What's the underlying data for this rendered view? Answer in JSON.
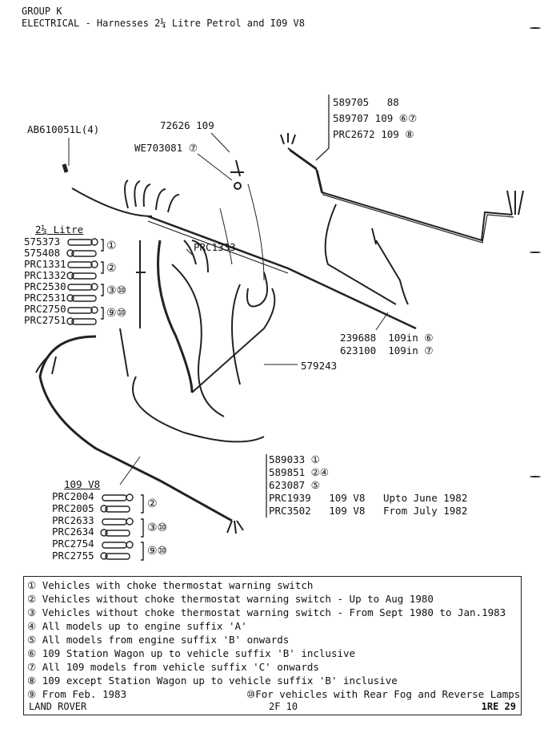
{
  "header": {
    "group": "GROUP K",
    "title": "ELECTRICAL - Harnesses 2¼ Litre Petrol and I09 V8"
  },
  "callouts": {
    "ab": "AB610051L(4)",
    "screw": "72626 109",
    "we": "WE703081 ⑦",
    "prc1333": "PRC1333",
    "rear_group": [
      "589705   88",
      "589707 109 ⑥⑦",
      "PRC2672 109 ⑧"
    ],
    "mid_group": [
      "239688  109in ⑥",
      "623100  109in ⑦"
    ],
    "main": "579243",
    "lower_group": [
      "589033 ①",
      "589851 ②④",
      "623087 ⑤",
      "PRC1939   109 V8   Upto June 1982",
      "PRC3502   109 V8   From July 1982"
    ]
  },
  "litre_table": {
    "title": "2¼ Litre",
    "rows": [
      {
        "part": "575373",
        "note": ""
      },
      {
        "part": "575408",
        "note": "①"
      },
      {
        "part": "PRC1331",
        "note": ""
      },
      {
        "part": "PRC1332",
        "note": "②"
      },
      {
        "part": "PRC2530",
        "note": ""
      },
      {
        "part": "PRC2531",
        "note": "③⑩"
      },
      {
        "part": "PRC2750",
        "note": ""
      },
      {
        "part": "PRC2751",
        "note": "⑨⑩"
      }
    ]
  },
  "v8_table": {
    "title": "109 V8",
    "rows": [
      {
        "part": "PRC2004",
        "note": ""
      },
      {
        "part": "PRC2005",
        "note": "②"
      },
      {
        "part": "PRC2633",
        "note": ""
      },
      {
        "part": "PRC2634",
        "note": "③⑩"
      },
      {
        "part": "PRC2754",
        "note": ""
      },
      {
        "part": "PRC2755",
        "note": "⑨⑩"
      }
    ]
  },
  "legend": [
    "① Vehicles with choke thermostat warning switch",
    "② Vehicles without choke thermostat warning switch - Up to Aug 1980",
    "③ Vehicles without choke thermostat warning switch - From Sept 1980 to Jan.1983",
    "④ All models up to engine suffix 'A'",
    "⑤ All models from engine suffix 'B' onwards",
    "⑥ 109 Station Wagon up to vehicle suffix 'B' inclusive",
    "⑦ All 109 models from vehicle suffix 'C' onwards",
    "⑧ 109 except Station Wagon up to vehicle suffix 'B' inclusive",
    "⑨ From Feb. 1983"
  ],
  "legend_extra": "⑩For vehicles with Rear Fog and Reverse Lamps",
  "footer": {
    "brand": "LAND ROVER",
    "page": "2F 10",
    "ref": "1RE 29"
  }
}
